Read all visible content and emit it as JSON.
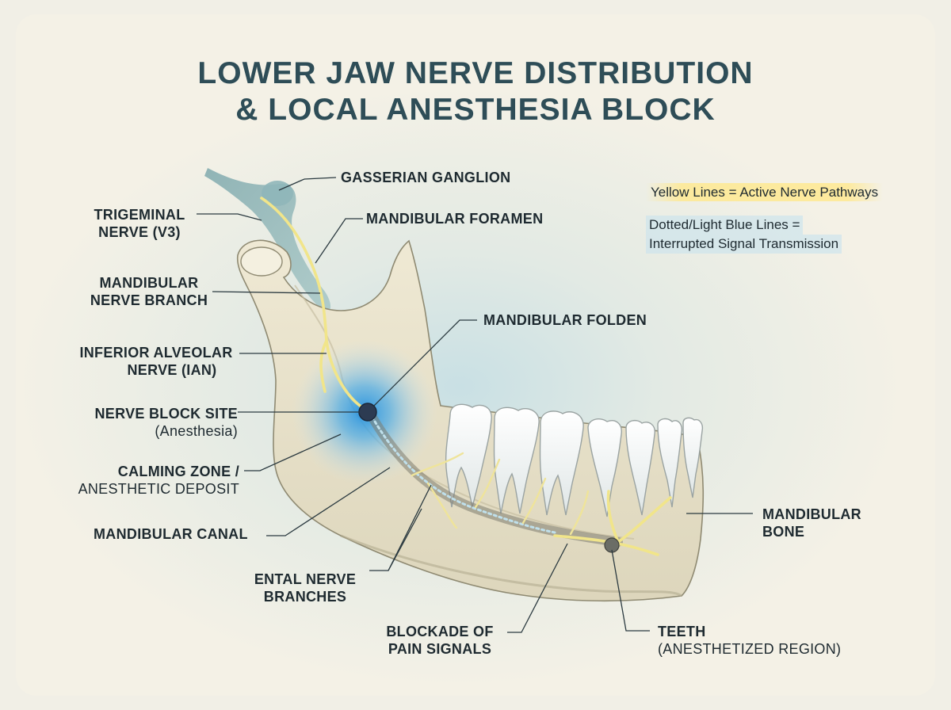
{
  "title": {
    "line1": "LOWER JAW NERVE DISTRIBUTION",
    "line2": "& LOCAL ANESTHESIA BLOCK"
  },
  "legend": {
    "active": "Yellow Lines = Active Nerve Pathways",
    "interrupted_line1": "Dotted/Light Blue Lines =",
    "interrupted_line2": "Interrupted Signal Transmission"
  },
  "labels": {
    "gasserian": "GASSERIAN GANGLION",
    "trigeminal_1": "TRIGEMINAL",
    "trigeminal_2": "NERVE (V3)",
    "foramen": "MANDIBULAR FORAMEN",
    "mand_branch_1": "MANDIBULAR",
    "mand_branch_2": "NERVE BRANCH",
    "folden": "MANDIBULAR FOLDEN",
    "ian_1": "INFERIOR ALVEOLAR",
    "ian_2": "NERVE (IAN)",
    "block_1": "NERVE BLOCK SITE",
    "block_2": "(Anesthesia)",
    "calming_1": "CALMING ZONE /",
    "calming_2": "ANESTHETIC DEPOSIT",
    "canal": "MANDIBULAR CANAL",
    "ental_1": "ENTAL NERVE",
    "ental_2": "BRANCHES",
    "blockade_1": "BLOCKADE OF",
    "blockade_2": "PAIN SIGNALS",
    "teeth_1": "TEETH",
    "teeth_2": "(ANESTHETIZED REGION)",
    "bone_1": "MANDIBULAR",
    "bone_2": "BONE"
  },
  "colors": {
    "nerve_active": "#f1e58a",
    "nerve_interrupted": "#bfe0ec",
    "anesthesia_glow": "#3aa3e0",
    "bone": "#e9e3cd",
    "title": "#2e4d57"
  }
}
